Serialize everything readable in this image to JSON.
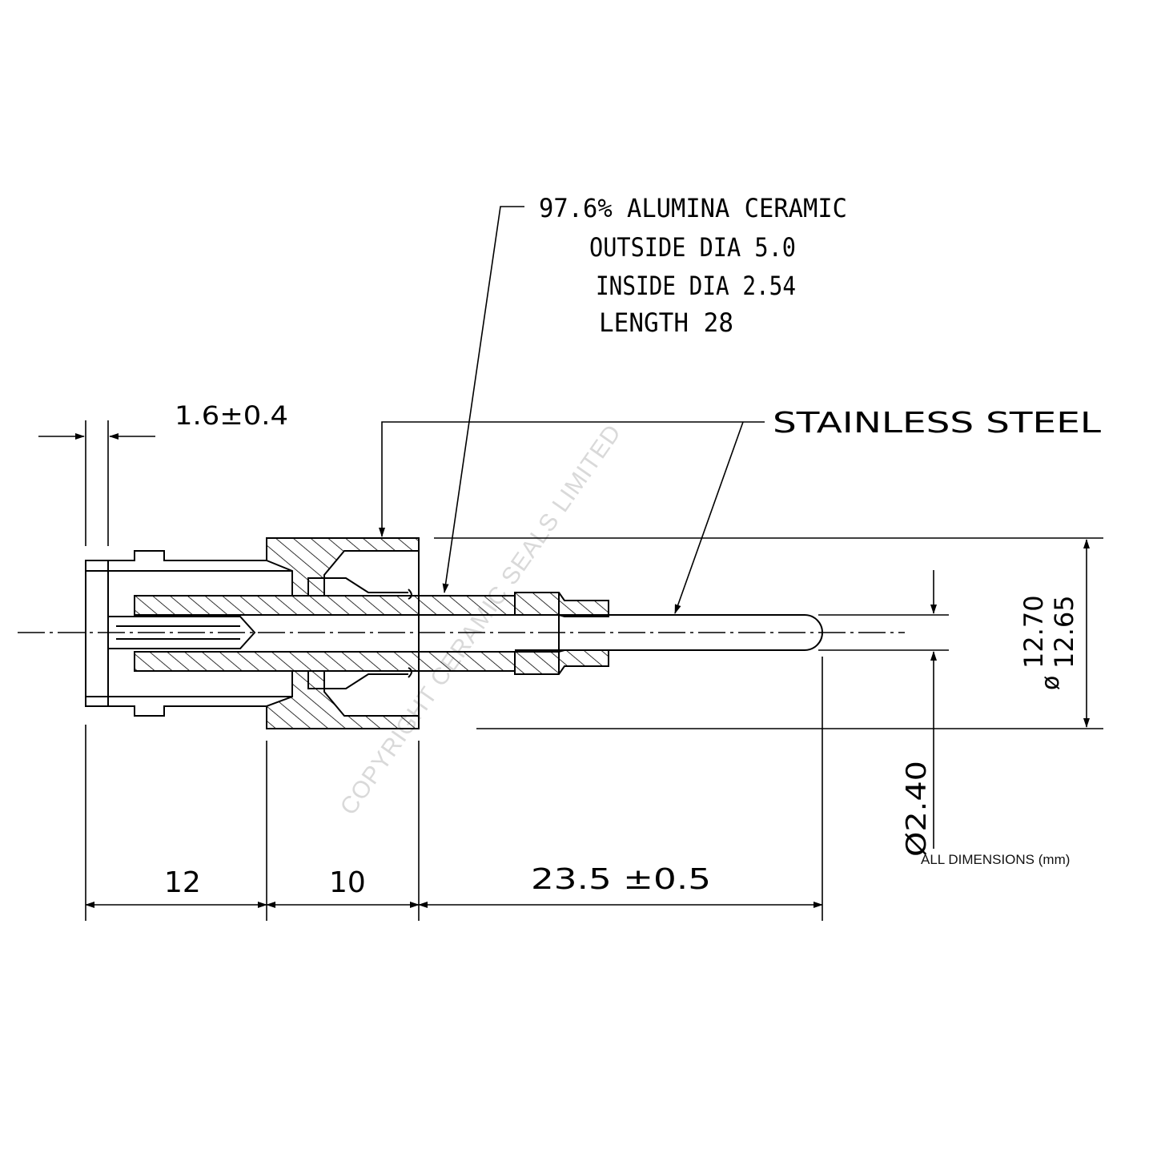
{
  "callouts": {
    "ceramic_line1": "97.6% ALUMINA CERAMIC",
    "ceramic_line2": "OUTSIDE DIA 5.0",
    "ceramic_line3": "INSIDE DIA 2.54",
    "ceramic_line4": "LENGTH 28",
    "steel": "STAINLESS STEEL"
  },
  "dimensions": {
    "flange_thickness": "1.6±0.4",
    "len_12": "12",
    "len_10": "10",
    "len_23_5": "23.5 ±0.5",
    "dia_outer_1": "12.70",
    "dia_outer_2": "12.65",
    "dia_pin": "Ø2.40",
    "phi_symbol": "ø"
  },
  "watermark": "COPYRIGHT CERAMIC SEALS LIMITED",
  "footer": "ALL DIMENSIONS (mm)",
  "colors": {
    "line": "#000000",
    "watermark": "#d9d9d9"
  }
}
